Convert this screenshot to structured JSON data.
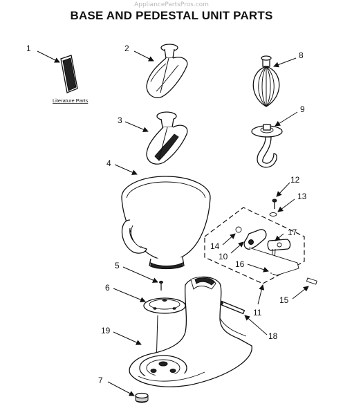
{
  "watermark": "AppliancePartsPros.com",
  "title": "BASE AND PEDESTAL UNIT PARTS",
  "literature_label": "Literature Parts",
  "callouts": {
    "c1": "1",
    "c2": "2",
    "c3": "3",
    "c4": "4",
    "c5": "5",
    "c6": "6",
    "c7": "7",
    "c8": "8",
    "c9": "9",
    "c10": "10",
    "c11": "11",
    "c12": "12",
    "c13": "13",
    "c14": "14",
    "c15": "15",
    "c16": "16",
    "c17": "17",
    "c18": "18",
    "c19": "19"
  }
}
